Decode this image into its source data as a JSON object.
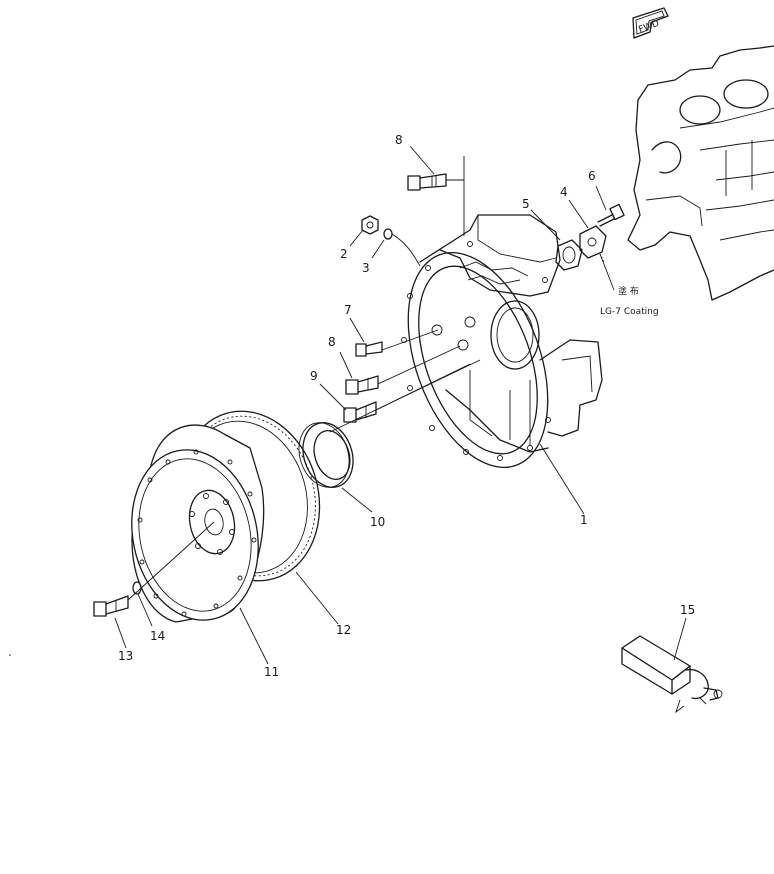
{
  "fwd_label": "FWD",
  "note": {
    "line1": "塗 布",
    "line2": "LG-7 Coating"
  },
  "callouts": [
    "1",
    "2",
    "3",
    "4",
    "5",
    "6",
    "7",
    "8",
    "8",
    "9",
    "10",
    "11",
    "12",
    "13",
    "14",
    "15"
  ]
}
